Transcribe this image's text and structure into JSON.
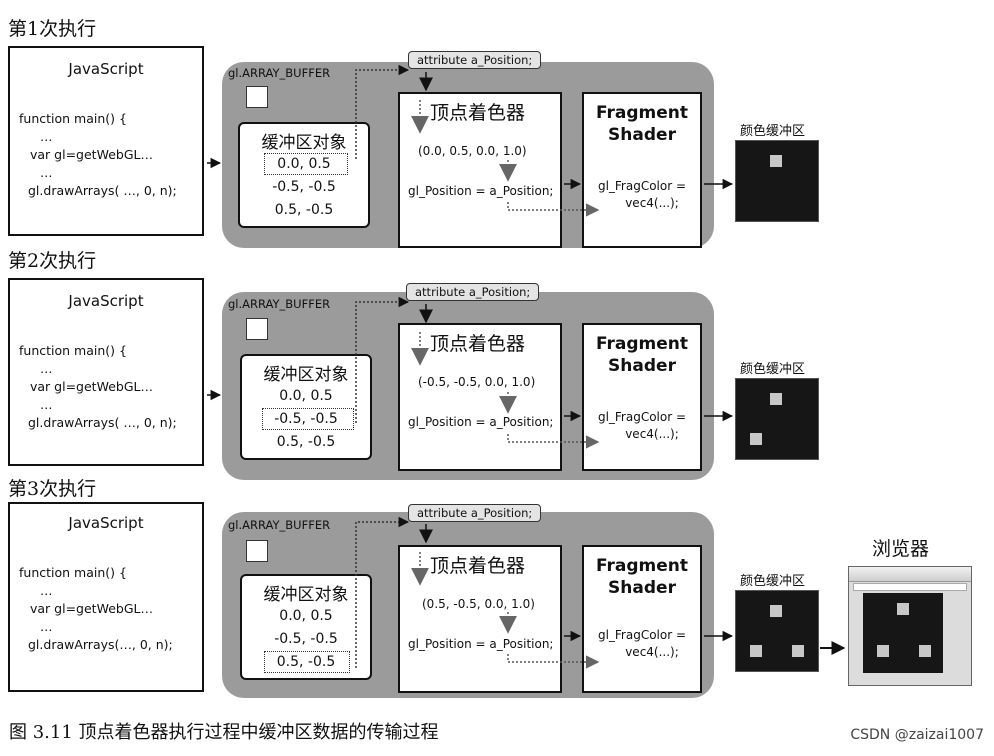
{
  "labels": {
    "js_title": "JavaScript",
    "code_line1": "function main() {",
    "code_ellipsis": "…",
    "code_line2": "var gl=getWebGL…",
    "code_line3": "gl.drawArrays( …, 0, n);",
    "code_line3_run3": "gl.drawArrays(…, 0, n);",
    "array_buffer": "gl.ARRAY_BUFFER",
    "buffer_title": "缓冲区对象",
    "attribute": "attribute a_Position;",
    "vs_title": "顶点着色器",
    "vs_assign": "gl_Position = a_Position;",
    "fs_title_1": "Fragment",
    "fs_title_2": "Shader",
    "fs_text_1": "gl_FragColor =",
    "fs_text_2": "vec4(...);",
    "color_buffer": "颜色缓冲区",
    "browser": "浏览器"
  },
  "runs": [
    {
      "label": "第1次执行",
      "buffer_rows": [
        "0.0,  0.5",
        "-0.5, -0.5",
        "0.5, -0.5"
      ],
      "highlight_row": 0,
      "vertex": "(0.0,  0.5, 0.0, 1.0)",
      "points_drawn": 1
    },
    {
      "label": "第2次执行",
      "buffer_rows": [
        "0.0,  0.5",
        "-0.5, -0.5",
        "0.5, -0.5"
      ],
      "highlight_row": 1,
      "vertex": "(-0.5,  -0.5, 0.0, 1.0)",
      "points_drawn": 2
    },
    {
      "label": "第3次执行",
      "buffer_rows": [
        "0.0,  0.5",
        "-0.5, -0.5",
        "0.5, -0.5"
      ],
      "highlight_row": 2,
      "vertex": "(0.5,  -0.5, 0.0, 1.0)",
      "points_drawn": 3
    }
  ],
  "caption": "图 3.11  顶点着色器执行过程中缓冲区数据的传输过程",
  "watermark": "CSDN @zaizai1007"
}
